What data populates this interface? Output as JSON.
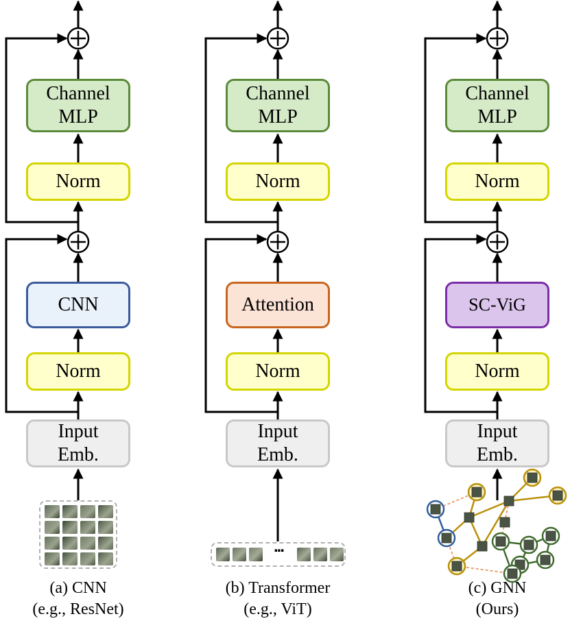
{
  "columns": [
    {
      "blocks": {
        "input": "Input\nEmb.",
        "norm1": "Norm",
        "mixer": "CNN",
        "norm2": "Norm",
        "mlp": "Channel\nMLP"
      },
      "caption": "(a) CNN",
      "subcaption": "(e.g., ResNet)"
    },
    {
      "blocks": {
        "input": "Input\nEmb.",
        "norm1": "Norm",
        "mixer": "Attention",
        "norm2": "Norm",
        "mlp": "Channel\nMLP"
      },
      "caption": "(b) Transformer",
      "subcaption": "(e.g., ViT)"
    },
    {
      "blocks": {
        "input": "Input\nEmb.",
        "norm1": "Norm",
        "mixer": "SC-ViG",
        "norm2": "Norm",
        "mlp": "Channel\nMLP"
      },
      "caption": "(c) GNN",
      "subcaption": "(Ours)"
    }
  ],
  "colors": {
    "norm_fill": "#ffffcc",
    "norm_border": "#d4d400",
    "mlp_fill": "#d5ebc8",
    "mlp_border": "#5b8a3a",
    "input_fill": "#efefef",
    "input_border": "#c8c8c8",
    "cnn_fill": "#e9f1fb",
    "cnn_border": "#3a5a9c",
    "attention_fill": "#fbe3d5",
    "attention_border": "#c8641e",
    "scvig_fill": "#dcc5ec",
    "scvig_border": "#7a2ea6",
    "graph_gold": "#b8900a",
    "graph_green": "#3d6b2a",
    "graph_blue": "#2e5d9c",
    "graph_dash": "#e8a070"
  },
  "symbols": {
    "sequence_ellipsis": "..."
  }
}
